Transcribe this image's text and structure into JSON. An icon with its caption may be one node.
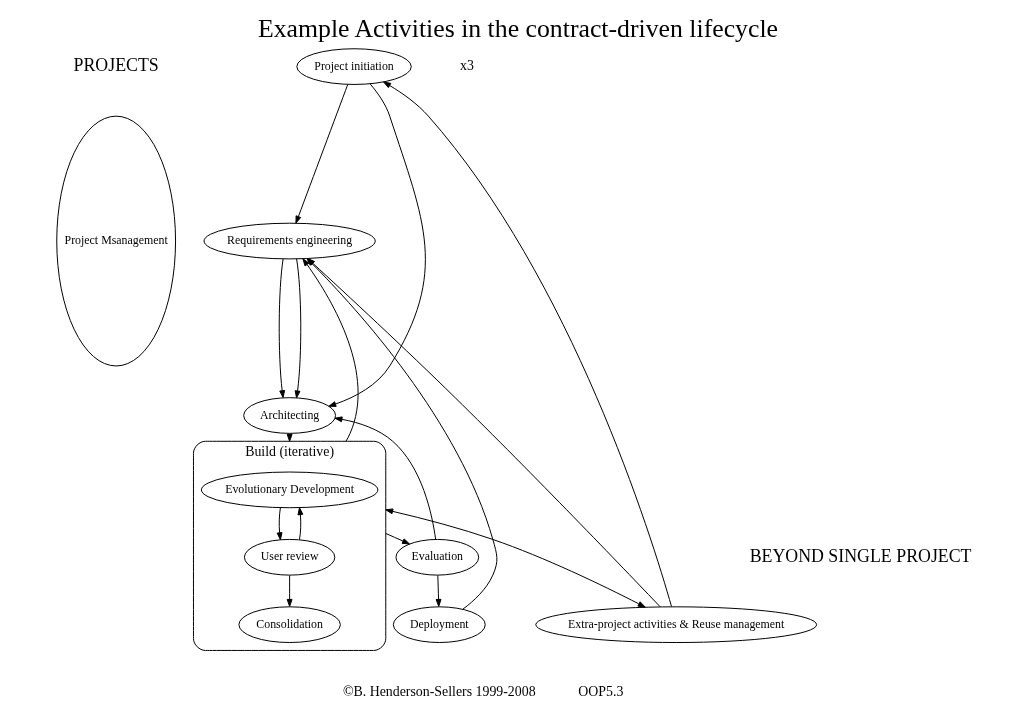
{
  "diagram": {
    "title": "Example Activities in the contract-driven lifecycle",
    "nodes": [
      {
        "text": [
          "Project Msanagement"
        ]
      },
      {
        "text": [
          "Project initiation"
        ]
      },
      {
        "text": [
          "Requirements engineering"
        ]
      },
      {
        "text": [
          "Architecting"
        ]
      },
      {
        "text": [
          "Build (iterative)"
        ]
      },
      {
        "text": [
          "Evolutionary Development"
        ],
        "in": 4
      },
      {
        "text": [
          "User review"
        ],
        "in": 4
      },
      {
        "text": [
          "Consolidation"
        ],
        "in": 4
      },
      {
        "text": [
          "Evaluation"
        ]
      },
      {
        "text": [
          "Deployment"
        ]
      },
      {
        "text": [
          "Extra-project activities & Reuse management"
        ]
      }
    ],
    "edges": [
      {
        "from": 1,
        "to": 2,
        "arrow": "to"
      },
      {
        "from": 1,
        "to": 3,
        "arrow": "to"
      },
      {
        "from": 2,
        "to": 3,
        "arrow": "to"
      },
      {
        "from": 2,
        "to": 3,
        "arrow": "to"
      },
      {
        "from": 3,
        "to": 4,
        "arrow": "to"
      },
      {
        "from": 5,
        "to": 6,
        "arrow": "to"
      },
      {
        "from": 6,
        "to": 5,
        "arrow": "to"
      },
      {
        "from": 6,
        "to": 7,
        "arrow": "to"
      },
      {
        "from": 4,
        "to": 2,
        "arrow": "to"
      },
      {
        "from": 4,
        "to": 8,
        "arrow": "to"
      },
      {
        "from": 8,
        "to": 3,
        "arrow": "to"
      },
      {
        "from": 8,
        "to": 9,
        "arrow": "to"
      },
      {
        "from": 9,
        "to": 2,
        "arrow": "to"
      },
      {
        "from": 10,
        "to": 1,
        "arrow": "to"
      },
      {
        "from": 10,
        "to": 2,
        "arrow": "to"
      },
      {
        "from": 10,
        "to": 4,
        "arrow": "both"
      }
    ],
    "labels": [
      "PROJECTS",
      "BEYOND SINGLE PROJECT",
      "x3",
      "©B. Henderson-Sellers 1999-2008",
      "OOP5.3"
    ]
  }
}
